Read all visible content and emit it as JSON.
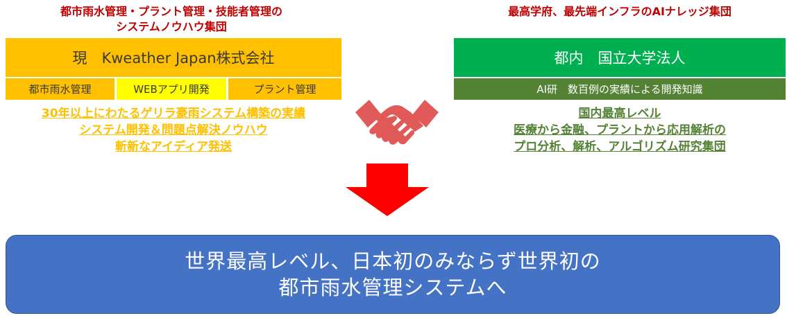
{
  "left": {
    "title": [
      "都市雨水管理・プラント管理・技能者管理の",
      "システムノウハウ集団"
    ],
    "company": "現　Kweather Japan株式会社",
    "tags": [
      "都市雨水管理",
      "WEBアプリ開発",
      "プラント管理"
    ],
    "achievements": [
      "30年以上にわたるゲリラ豪雨システム構築の実績",
      "システム開発＆問題点解決ノウハウ",
      "斬新なアイディア発送"
    ]
  },
  "right": {
    "title": "最高学府、最先端インフラのAIナレッジ集団",
    "university": "都内　国立大学法人",
    "ai_lab": "AI研　数百例の実績による開発知識",
    "achievements": [
      "国内最高レベル",
      "医療から金融、プラントから応用解析の",
      "プロ分析、解析、アルゴリズム研究集団"
    ]
  },
  "icons": {
    "handshake": "handshake-icon",
    "arrow": "down-arrow-icon"
  },
  "colors": {
    "title_red": "#c00000",
    "orange": "#ffc000",
    "yellow": "#ffff00",
    "green": "#00b050",
    "dark_green": "#548235",
    "blue": "#4472c4",
    "handshake": "#e05a5a",
    "arrow_red": "#ff0000"
  },
  "banner": {
    "lines": [
      "世界最高レベル、日本初のみならず世界初の",
      "都市雨水管理システムへ"
    ]
  }
}
